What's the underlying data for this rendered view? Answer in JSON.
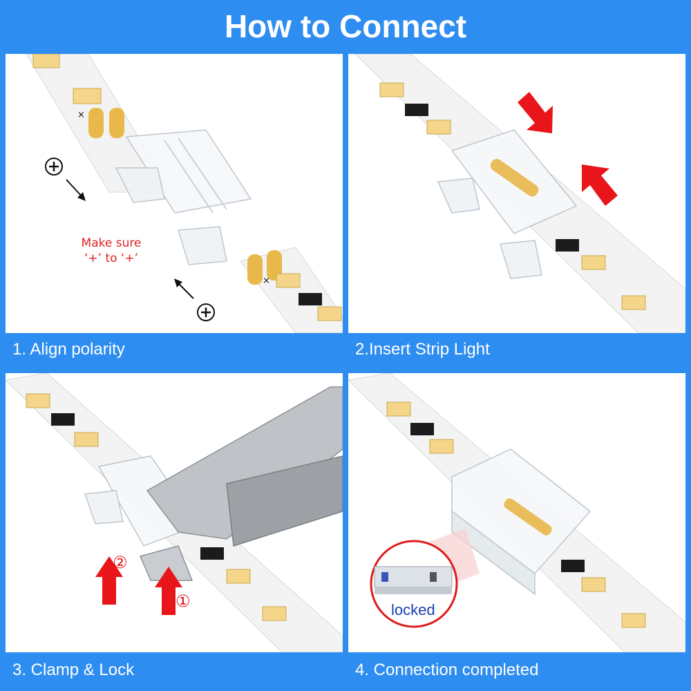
{
  "header": {
    "title": "How to Connect"
  },
  "steps": [
    {
      "caption": "1. Align polarity",
      "note_line1": "Make sure",
      "note_line2": "‘+’  to  ‘+’"
    },
    {
      "caption": "2.Insert Strip Light"
    },
    {
      "caption": "3. Clamp & Lock",
      "marker_1": "①",
      "marker_2": "②"
    },
    {
      "caption": "4. Connection completed",
      "lock_label": "locked"
    }
  ],
  "colors": {
    "background": "#2e8df0",
    "panel": "#ffffff",
    "arrow_red": "#e8161b",
    "led_yellow": "#f4d58a",
    "note_red": "#e02020",
    "locked_blue": "#1a3fb0"
  },
  "icons": [
    "plus-circle-icon",
    "direction-arrow-icon",
    "red-arrow-icon",
    "pliers-icon",
    "magnifier-callout-icon"
  ]
}
